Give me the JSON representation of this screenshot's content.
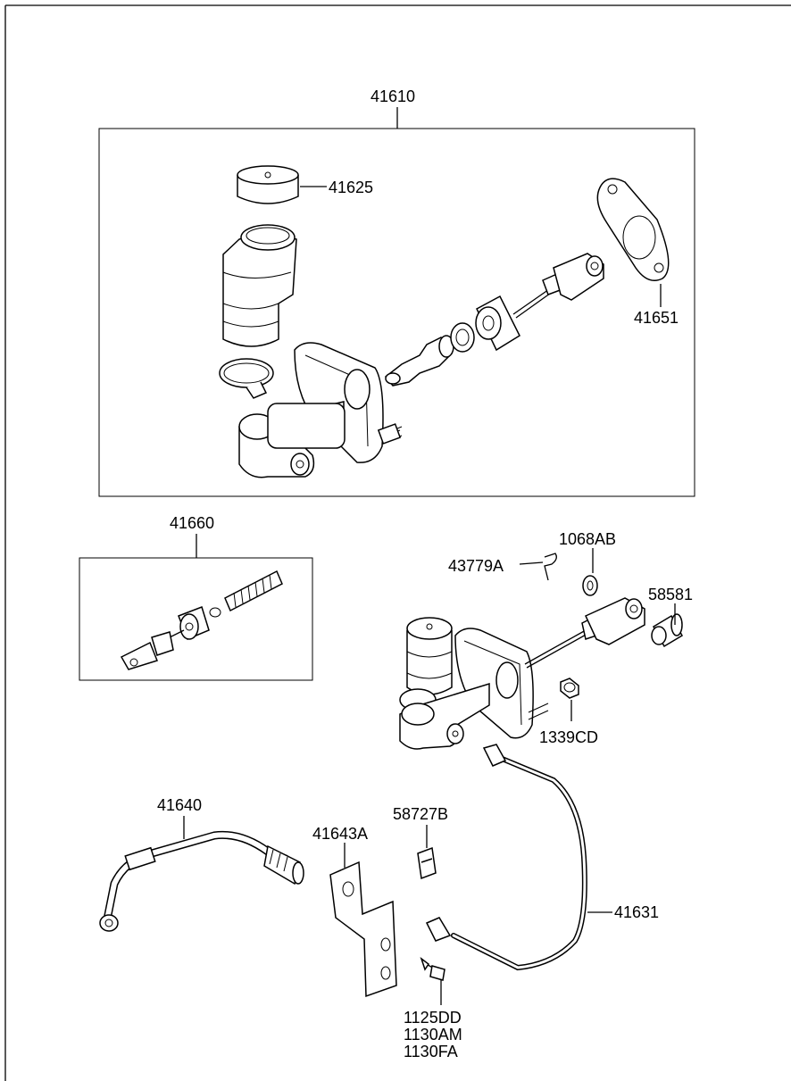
{
  "diagram": {
    "labels": {
      "master_cylinder_assy": "41610",
      "reservoir_cap": "41625",
      "gasket": "41651",
      "repair_kit": "41660",
      "split_pin": "43779A",
      "washer": "1068AB",
      "clevis_pin": "58581",
      "nut": "1339CD",
      "hose": "41640",
      "bracket": "41643A",
      "clip": "58727B",
      "tube": "41631",
      "bolt_1": "1125DD",
      "bolt_2": "1130AM",
      "bolt_3": "1130FA"
    }
  }
}
